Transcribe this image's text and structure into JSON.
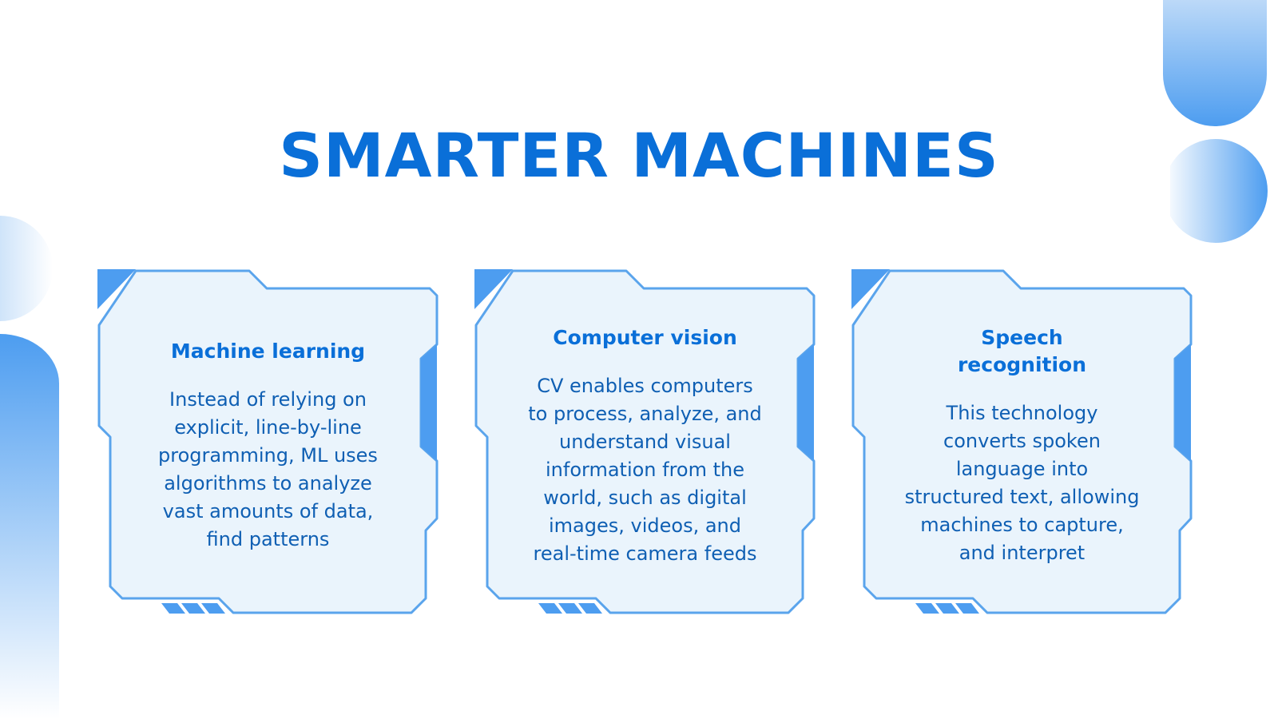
{
  "slide": {
    "title": "SMARTER MACHINES",
    "colors": {
      "accent": "#0a6fd8",
      "card_fill": "#eaf4fc",
      "card_stroke": "#5aa4ec",
      "body_text": "#0f5fb3"
    },
    "cards": [
      {
        "heading": "Machine learning",
        "body": "Instead of relying on explicit, line-by-line programming, ML uses algorithms to analyze vast amounts of data, find patterns"
      },
      {
        "heading": "Computer vision",
        "body": "CV enables computers to process, analyze, and understand visual information from the world, such as digital images, videos, and real-time camera feeds"
      },
      {
        "heading": "Speech recognition",
        "body": "This technology converts spoken language into structured text, allowing machines to capture, and interpret"
      }
    ]
  }
}
